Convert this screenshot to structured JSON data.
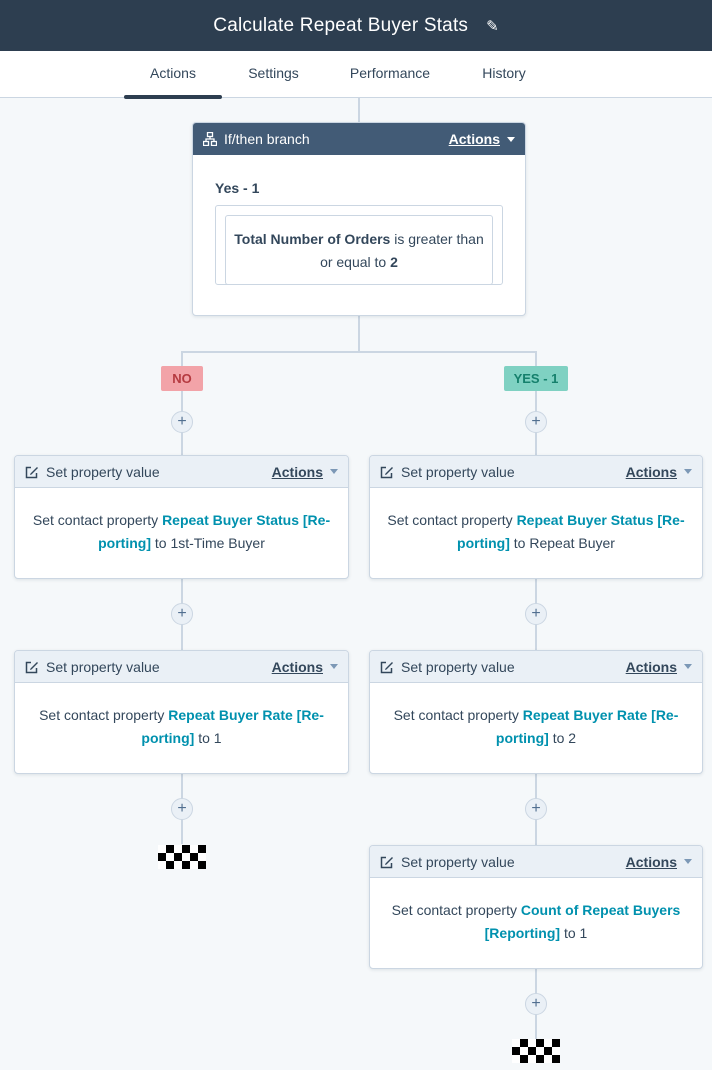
{
  "header": {
    "title": "Calculate Repeat Buyer Stats",
    "edit_icon": "pencil-icon"
  },
  "tabs": [
    {
      "label": "Actions",
      "active": true
    },
    {
      "label": "Settings",
      "active": false
    },
    {
      "label": "Performance",
      "active": false
    },
    {
      "label": "History",
      "active": false
    }
  ],
  "branch": {
    "title": "If/then branch",
    "actions_label": "Actions",
    "condition_label": "Yes - 1",
    "criteria": {
      "property": "Total Number of Orders",
      "operator": "is greater than or equal to",
      "value": "2"
    }
  },
  "branch_tags": {
    "no": "NO",
    "yes": "YES - 1"
  },
  "actions_common": {
    "head_label": "Set property value",
    "actions_label": "Actions",
    "prefix": "Set contact property",
    "to": "to",
    "add_symbol": "+"
  },
  "no_path": [
    {
      "property": "Repeat Buyer Status [Re-porting]",
      "value": "1st-Time Buyer"
    },
    {
      "property": "Repeat Buyer Rate [Re-porting]",
      "value": "1"
    }
  ],
  "yes_path": [
    {
      "property": "Repeat Buyer Status [Re-porting]",
      "value": "Repeat Buyer"
    },
    {
      "property": "Repeat Buyer Rate [Re-porting]",
      "value": "2"
    },
    {
      "property": "Count of Repeat Buyers [Reporting]",
      "value": "1"
    }
  ],
  "colors": {
    "header_bg": "#2d3e50",
    "branch_head_bg": "#425b76",
    "link": "#0091ae",
    "no_tag_bg": "#f2a3a8",
    "yes_tag_bg": "#7fd1c2"
  }
}
